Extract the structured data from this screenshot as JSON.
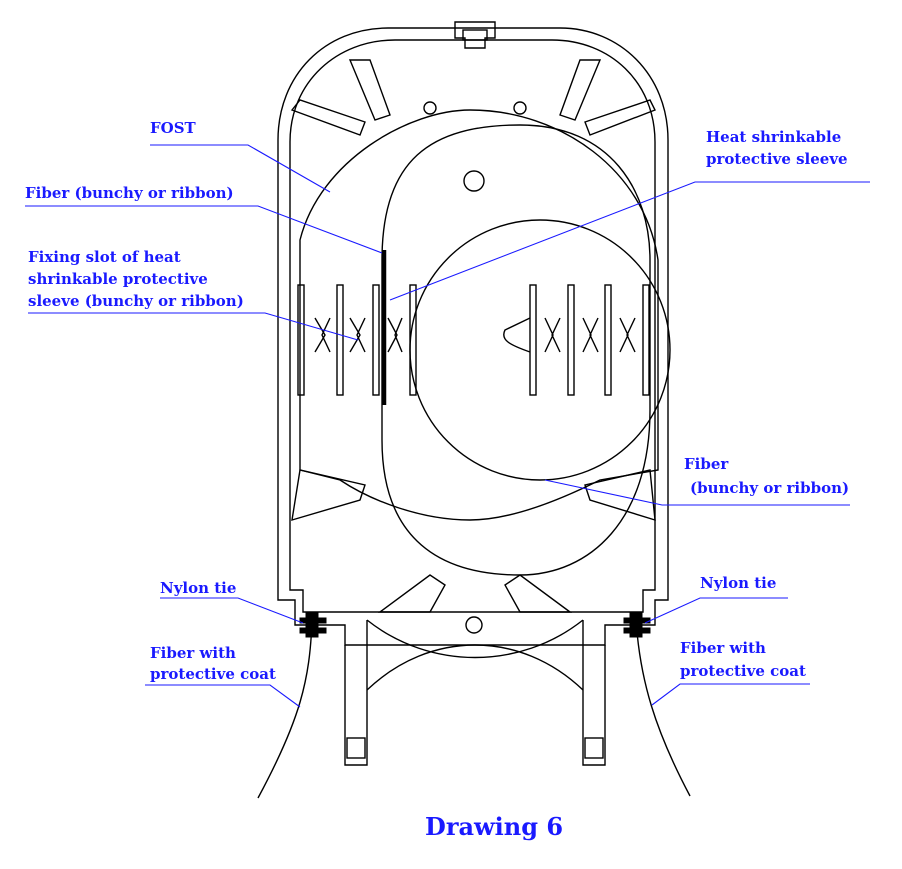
{
  "labels": {
    "fost": "FOST",
    "fiber_top": "Fiber (bunchy or ribbon)",
    "fixing_slot": [
      "Fixing slot of heat",
      "shrinkable protective",
      "sleeve (bunchy or ribbon)"
    ],
    "heat_sleeve": [
      "Heat shrinkable",
      "protective sleeve"
    ],
    "fiber_right": [
      "Fiber",
      "(bunchy or ribbon)"
    ],
    "nylon_tie_left": "Nylon tie",
    "nylon_tie_right": "Nylon tie",
    "fiber_coat_left": [
      "Fiber with",
      "protective coat"
    ],
    "fiber_coat_right": [
      "Fiber with",
      "protective coat"
    ]
  },
  "caption": "Drawing 6",
  "colors": {
    "label": "#1a1aff",
    "drawing": "#000000"
  }
}
